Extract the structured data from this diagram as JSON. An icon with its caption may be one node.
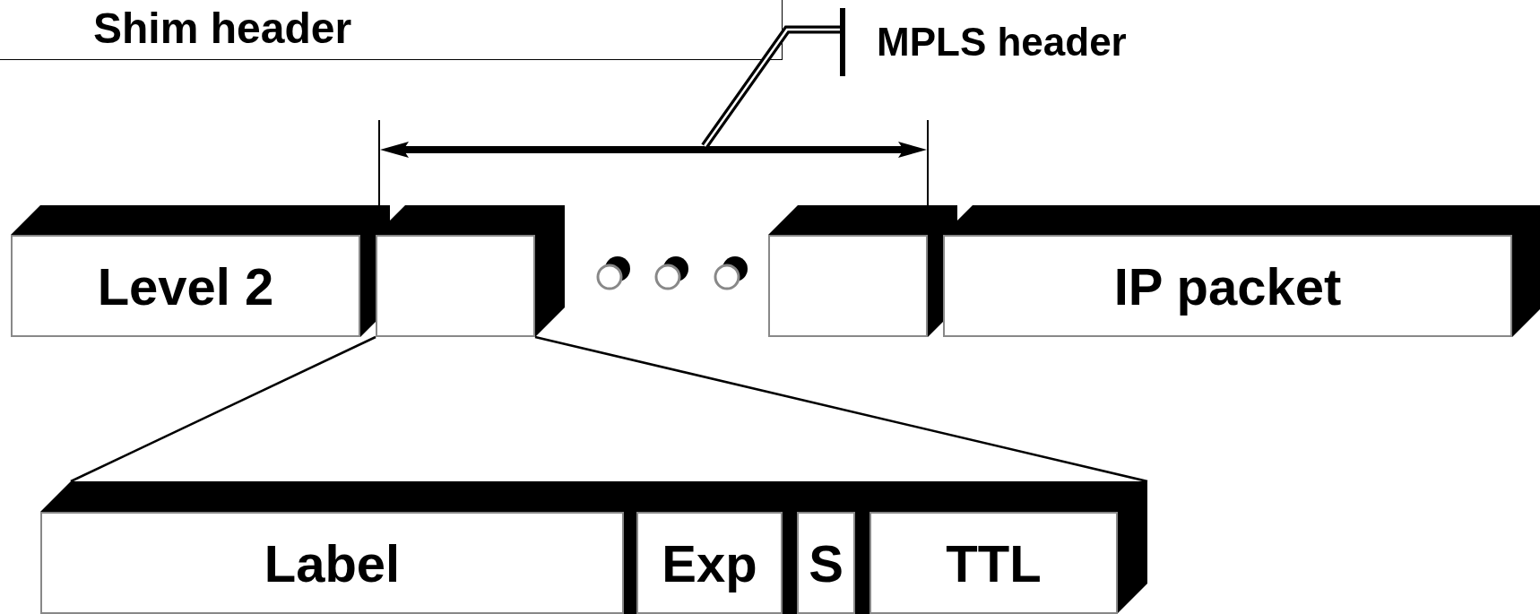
{
  "diagram": {
    "nodes": [
      {
        "text": [
          "Shim header"
        ]
      },
      {
        "text": [
          "MPLS header"
        ]
      },
      {
        "text": [
          "Level 2"
        ]
      },
      {
        "text": [],
        "shape": "box"
      },
      {
        "text": [],
        "shape": "box"
      },
      {
        "text": [
          "IP packet"
        ]
      },
      {
        "text": [],
        "shape": "box"
      },
      {
        "text": [
          "Label"
        ],
        "in": 6
      },
      {
        "text": [
          "Exp"
        ],
        "in": 6
      },
      {
        "text": [
          "S"
        ],
        "in": 6
      },
      {
        "text": [
          "TTL"
        ],
        "in": 6
      }
    ],
    "edges": [
      {
        "from": 1,
        "to": null,
        "arrow": "none",
        "style": "thick"
      },
      {
        "from": 3,
        "to": 6,
        "arrow": "none"
      },
      {
        "from": 3,
        "to": 6,
        "arrow": "none"
      }
    ]
  }
}
